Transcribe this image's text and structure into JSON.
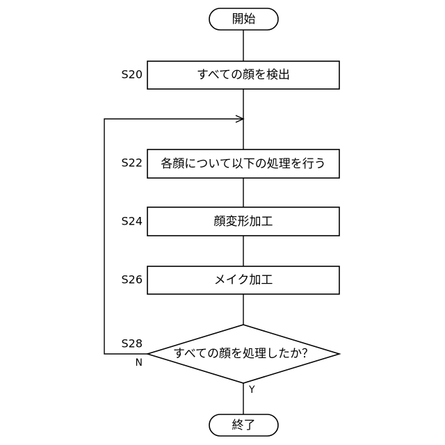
{
  "flowchart": {
    "start": {
      "label": "開始"
    },
    "end": {
      "label": "終了"
    },
    "steps": [
      {
        "id": "S20",
        "label": "すべての顔を検出"
      },
      {
        "id": "S22",
        "label": "各顔について以下の処理を行う"
      },
      {
        "id": "S24",
        "label": "顔変形加工"
      },
      {
        "id": "S26",
        "label": "メイク加工"
      }
    ],
    "decision": {
      "id": "S28",
      "label": "すべての顔を処理したか？",
      "no_label": "N",
      "yes_label": "Y"
    }
  }
}
